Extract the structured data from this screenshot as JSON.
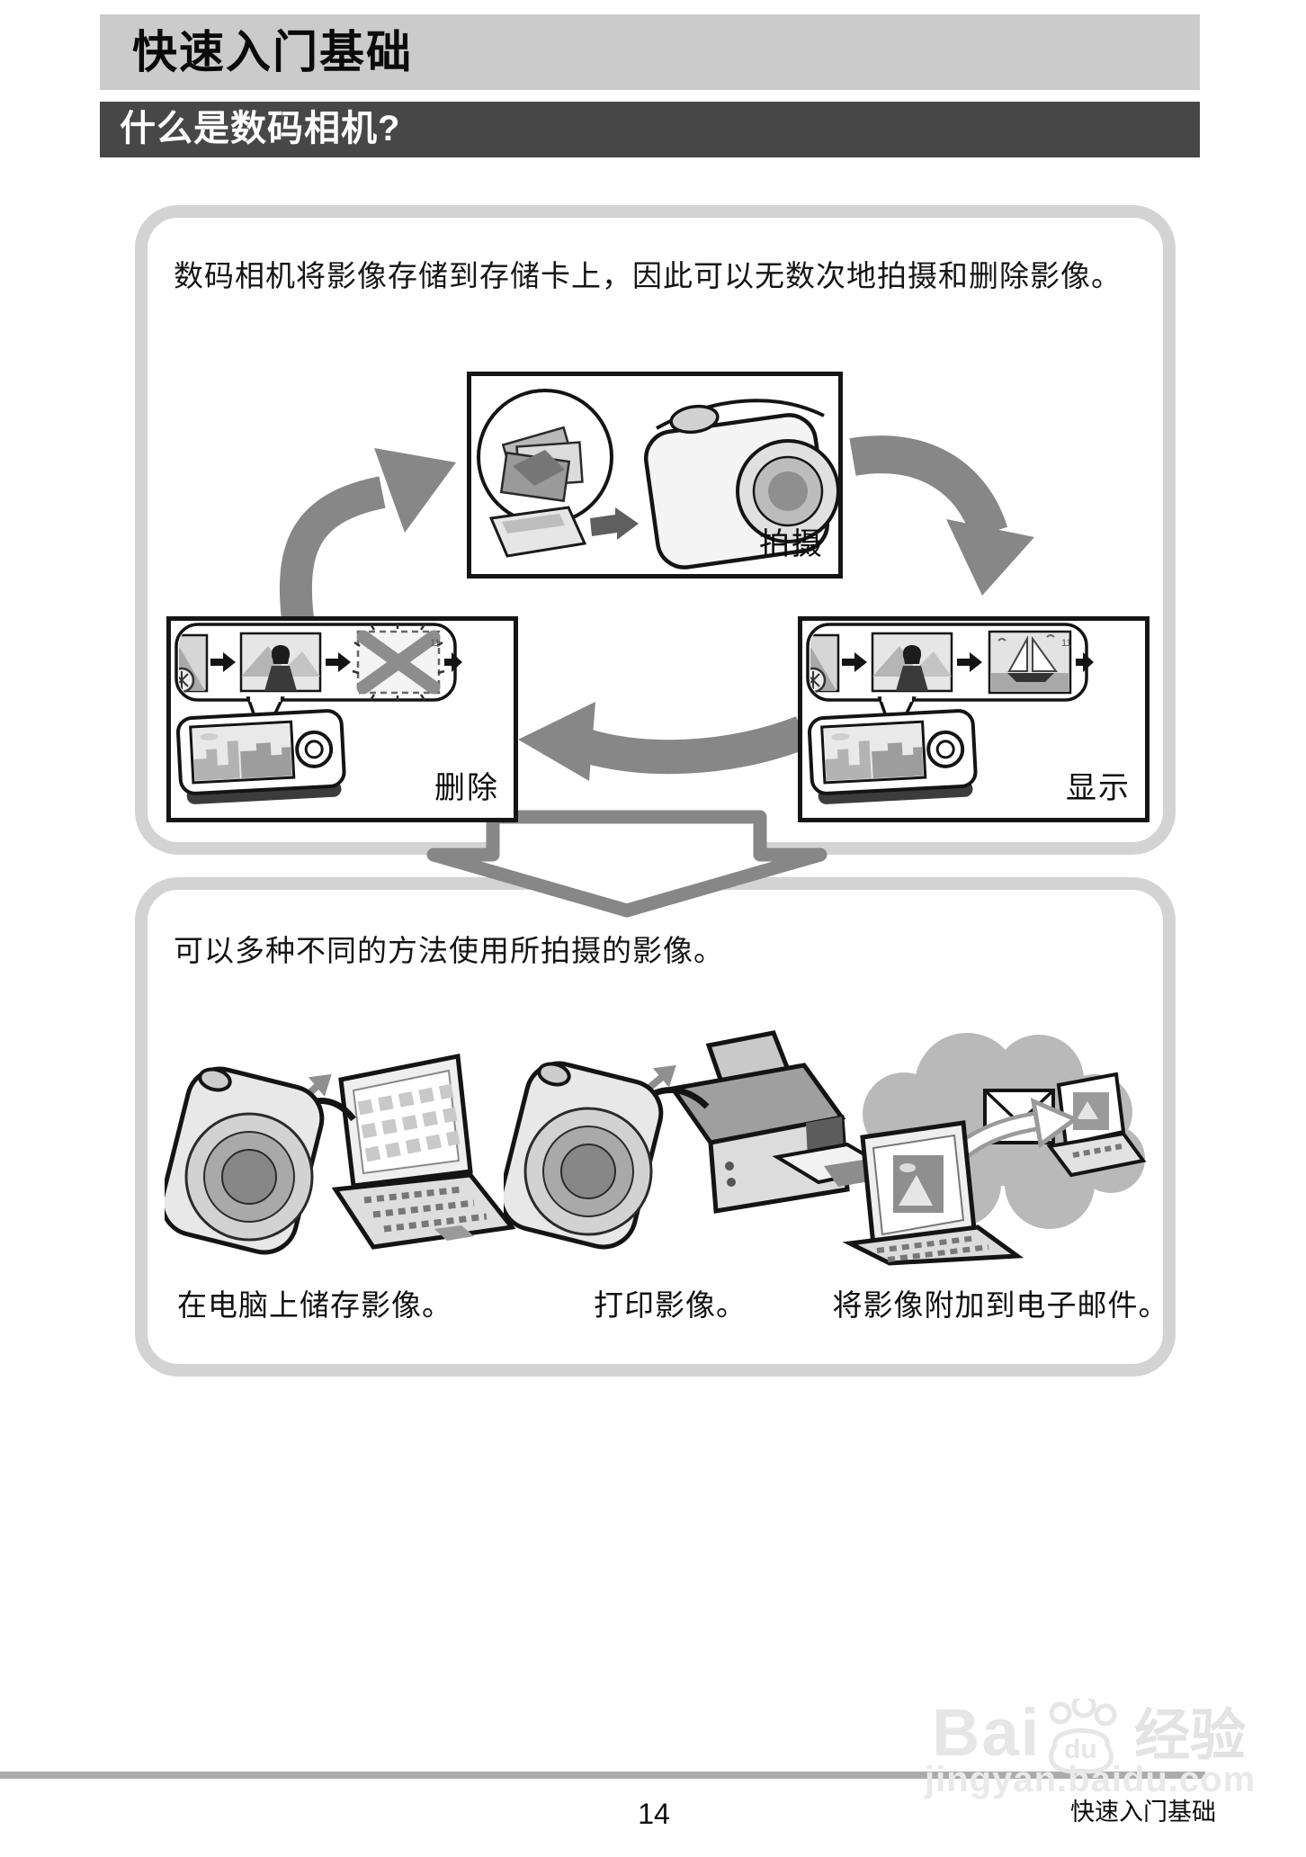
{
  "page": {
    "header_title": "快速入门基础",
    "section_title": "什么是数码相机?",
    "page_number": "14",
    "footer_label": "快速入门基础"
  },
  "cycle": {
    "intro": "数码相机将影像存储到存储卡上，因此可以无数次地拍摄和删除影像。",
    "nodes": [
      {
        "id": "shoot",
        "label": "拍摄",
        "icon": "memory-card-into-camera"
      },
      {
        "id": "display",
        "label": "显示",
        "icon": "camera-playback-filmstrip"
      },
      {
        "id": "delete",
        "label": "删除",
        "icon": "camera-delete-filmstrip"
      }
    ],
    "film_frame_number": "11"
  },
  "usage": {
    "intro": "可以多种不同的方法使用所拍摄的影像。",
    "items": [
      {
        "icon": "camera-to-computer",
        "caption": "在电脑上储存影像。"
      },
      {
        "icon": "camera-to-printer",
        "caption": "打印影像。"
      },
      {
        "icon": "email-attachment",
        "caption": "将影像附加到电子邮件。"
      }
    ]
  },
  "watermark": {
    "brand_bai": "Bai",
    "brand_du": "du",
    "brand_suffix": "经验",
    "url": "jingyan.baidu.com"
  },
  "colors": {
    "header_bar": "#cbcbcb",
    "section_bar": "#474747",
    "panel_border": "#d3d3d3",
    "diagram_border": "#151515",
    "arrow_gray": "#878787",
    "divider_gray": "#ababab",
    "watermark_gray": "#e6e6e6"
  }
}
